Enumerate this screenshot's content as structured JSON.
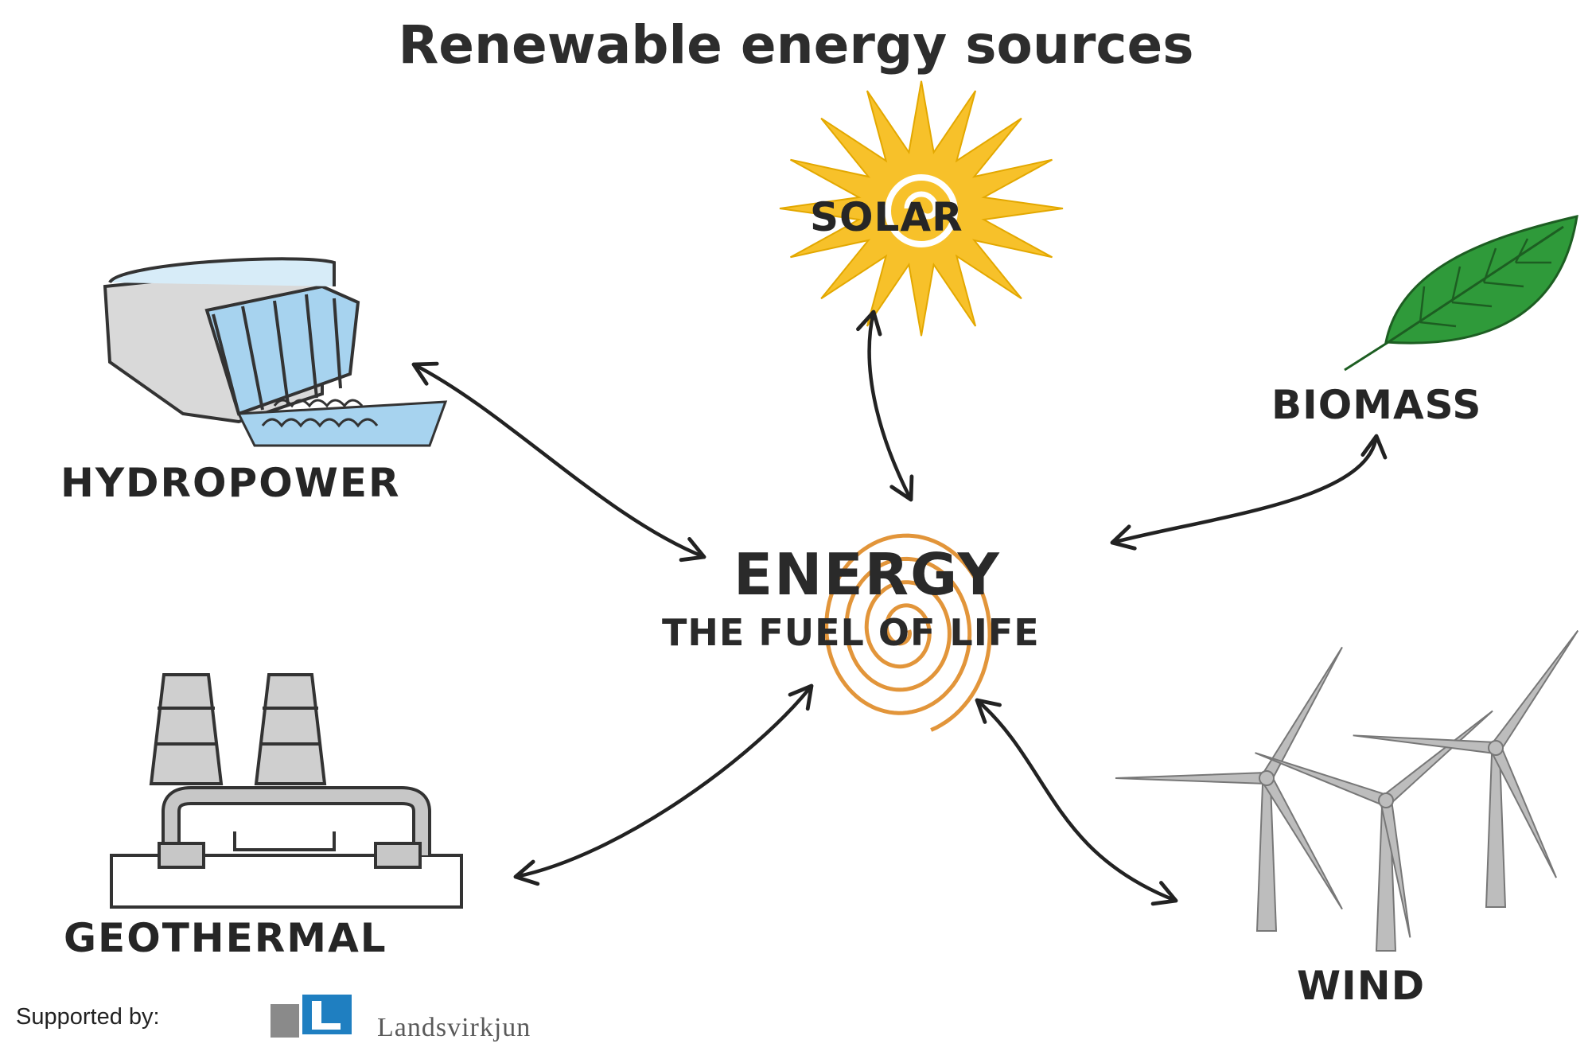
{
  "title": "Renewable energy sources",
  "center": {
    "label": "ENERGY",
    "sublabel": "THE FUEL OF LIFE"
  },
  "sources": {
    "solar": "SOLAR",
    "biomass": "BIOMASS",
    "hydropower": "HYDROPOWER",
    "geothermal": "GEOTHERMAL",
    "wind": "WIND"
  },
  "footer": {
    "supported_by": "Supported by:",
    "logo_text": "Landsvirkjun"
  },
  "colors": {
    "sun": "#f7c12a",
    "spiral": "#e2953a",
    "leaf": "#2f9a3a",
    "water": "#9fd1f0",
    "structure_gray": "#c7c7c7",
    "turbine_gray": "#bdbdbd",
    "arrow": "#222222",
    "logo_blue": "#1f7fc1",
    "logo_gray": "#8a8a8a"
  },
  "icons": [
    "sun-icon",
    "leaf-icon",
    "dam-icon",
    "geothermal-plant-icon",
    "wind-turbines-icon",
    "spiral-icon",
    "logo-icon"
  ]
}
